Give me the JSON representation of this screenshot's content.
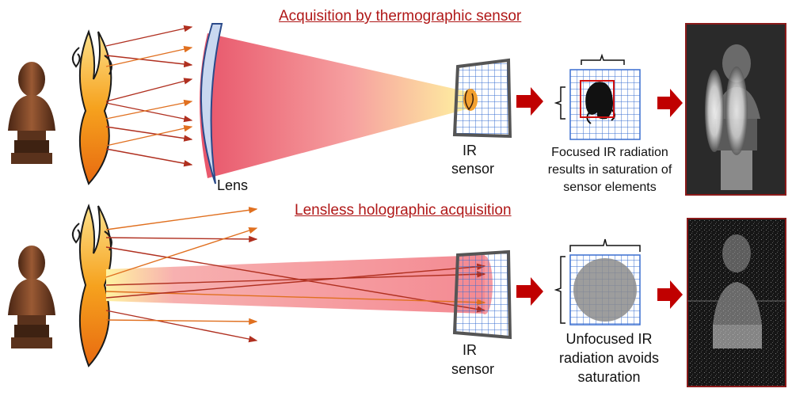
{
  "titles": {
    "top": "Acquisition by thermographic sensor",
    "bottom": "Lensless holographic acquisition"
  },
  "labels": {
    "lens": "Lens",
    "ir_sensor_top_line1": "IR",
    "ir_sensor_top_line2": "sensor",
    "ir_sensor_bottom_line1": "IR",
    "ir_sensor_bottom_line2": "sensor",
    "focused_line1": "Focused IR radiation",
    "focused_line2": "results in saturation of",
    "focused_line3": "sensor elements",
    "unfocused_line1": "Unfocused IR",
    "unfocused_line2": "radiation avoids",
    "unfocused_line3": "saturation"
  },
  "colors": {
    "title": "#b01818",
    "arrow_big": "#c00000",
    "ray_dark": "#b03020",
    "ray_orange": "#e07020",
    "grid": "#3a6fd0",
    "sensor_frame": "#555555",
    "beam_red": "#f08080",
    "beam_yellow": "#fff3a0",
    "lens": "#c9d8f0",
    "bust": "#6b3a22",
    "flame": "#f4a020",
    "disc": "#8c8c8c"
  }
}
